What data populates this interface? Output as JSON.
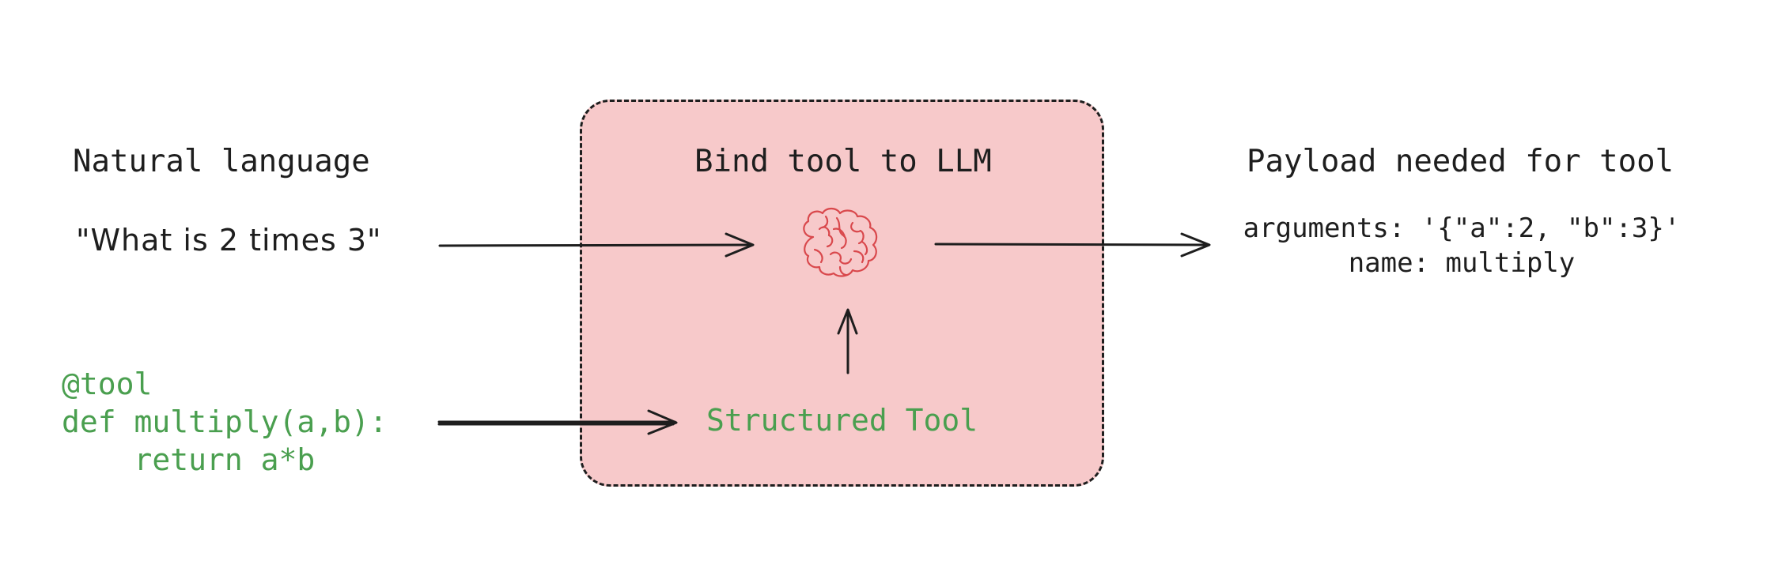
{
  "colors": {
    "bind_box_fill": "#f7c9ca",
    "text": "#1e1e1e",
    "code_green": "#4a9f4f",
    "brain_red": "#d9484c"
  },
  "labels": {
    "natural_language": "Natural language",
    "bind_tool": "Bind tool to LLM",
    "payload_heading": "Payload needed for tool"
  },
  "input_text": "\"What is 2 times 3\"",
  "code_lines": [
    "@tool",
    "def multiply(a,b):",
    "    return a*b"
  ],
  "structured_tool": "Structured Tool",
  "payload_lines": [
    "arguments: '{\"a\":2, \"b\":3}'",
    "name: multiply"
  ],
  "icons": {
    "llm": "brain-icon"
  }
}
